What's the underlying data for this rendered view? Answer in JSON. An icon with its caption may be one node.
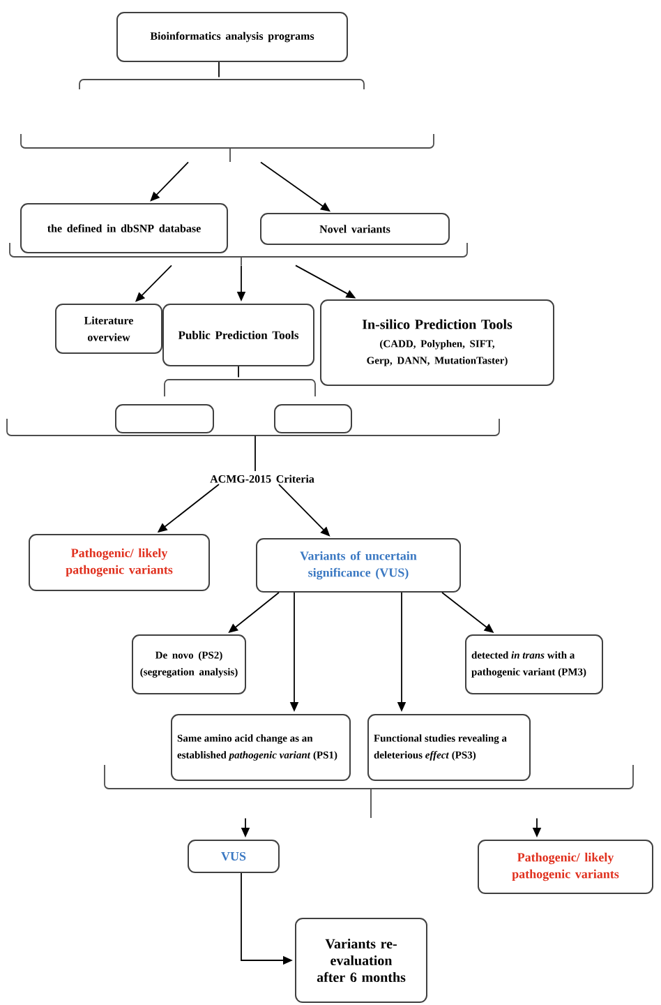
{
  "diagram": {
    "nodes": [
      {
        "text": [
          "Bioinformatics analysis programs"
        ]
      },
      {
        "text": [],
        "shape": "bracket"
      },
      {
        "text": [],
        "shape": "bracket"
      },
      {
        "text": [
          "the defined in dbSNP database"
        ]
      },
      {
        "text": [
          "Novel variants"
        ]
      },
      {
        "text": [],
        "shape": "bracket"
      },
      {
        "text": [
          "Literature overview"
        ]
      },
      {
        "text": [
          "Public Prediction Tools"
        ]
      },
      {
        "text": [
          "In-silico Prediction Tools",
          "(CADD, Polyphen, SIFT, Gerp, DANN, MutationTaster)"
        ]
      },
      {
        "text": [],
        "shape": "bracket"
      },
      {
        "text": [],
        "shape": "box"
      },
      {
        "text": [],
        "shape": "box"
      },
      {
        "text": [],
        "shape": "bracket"
      },
      {
        "text": [
          "ACMG-2015 Criteria"
        ]
      },
      {
        "text": [
          "Pathogenic/ likely pathogenic variants"
        ]
      },
      {
        "text": [
          "Variants of uncertain significance (VUS)"
        ]
      },
      {
        "text": [
          "De novo (PS2) (segregation analysis)"
        ]
      },
      {
        "text": [
          "detected *in trans* with a pathogenic variant (PM3)"
        ]
      },
      {
        "text": [
          "Same amino acid change as an established *pathogenic variant* (PS1)"
        ]
      },
      {
        "text": [
          "Functional studies revealing a deleterious *effect* (PS3)"
        ]
      },
      {
        "text": [],
        "shape": "bracket"
      },
      {
        "text": [
          "VUS"
        ]
      },
      {
        "text": [
          "Pathogenic/ likely pathogenic variants"
        ]
      },
      {
        "text": [
          "Variants re-evaluation after 6 months"
        ]
      }
    ],
    "edges": [
      {
        "from": 0,
        "to": 1,
        "arrow": "none"
      },
      {
        "from": 2,
        "to": 3,
        "arrow": "to"
      },
      {
        "from": 2,
        "to": 4,
        "arrow": "to"
      },
      {
        "from": 5,
        "to": 6,
        "arrow": "to"
      },
      {
        "from": 5,
        "to": 7,
        "arrow": "to"
      },
      {
        "from": 5,
        "to": 8,
        "arrow": "to"
      },
      {
        "from": 7,
        "to": 9,
        "arrow": "none"
      },
      {
        "from": 12,
        "to": 13,
        "arrow": "none"
      },
      {
        "from": 13,
        "to": 14,
        "arrow": "to"
      },
      {
        "from": 13,
        "to": 15,
        "arrow": "to"
      },
      {
        "from": 15,
        "to": 16,
        "arrow": "to"
      },
      {
        "from": 15,
        "to": 18,
        "arrow": "to"
      },
      {
        "from": 15,
        "to": 19,
        "arrow": "to"
      },
      {
        "from": 15,
        "to": 17,
        "arrow": "to"
      },
      {
        "from": 20,
        "to": 21,
        "arrow": "to"
      },
      {
        "from": 20,
        "to": 22,
        "arrow": "to"
      },
      {
        "from": 21,
        "to": 23,
        "arrow": "to"
      }
    ]
  }
}
